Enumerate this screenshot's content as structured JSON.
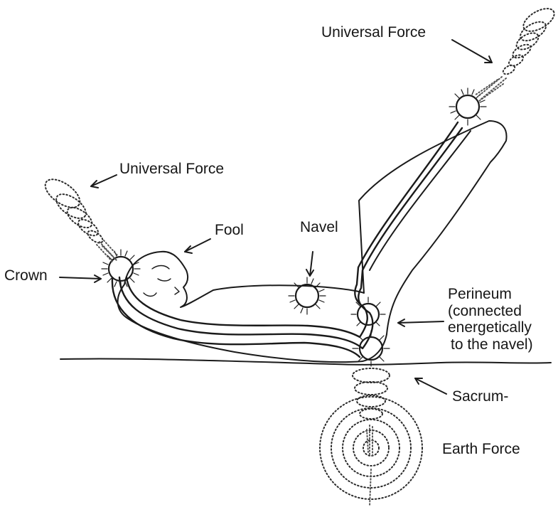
{
  "labels": {
    "universal_force_top": "Universal Force",
    "universal_force_left": "Universal Force",
    "fool": "Fool",
    "navel": "Navel",
    "crown": "Crown",
    "perineum": [
      "Perineum",
      "(connected",
      "energetically",
      "to the navel)"
    ],
    "sacrum": "Sacrum",
    "sacrum_mark": "-",
    "earth_force": "Earth Force"
  }
}
